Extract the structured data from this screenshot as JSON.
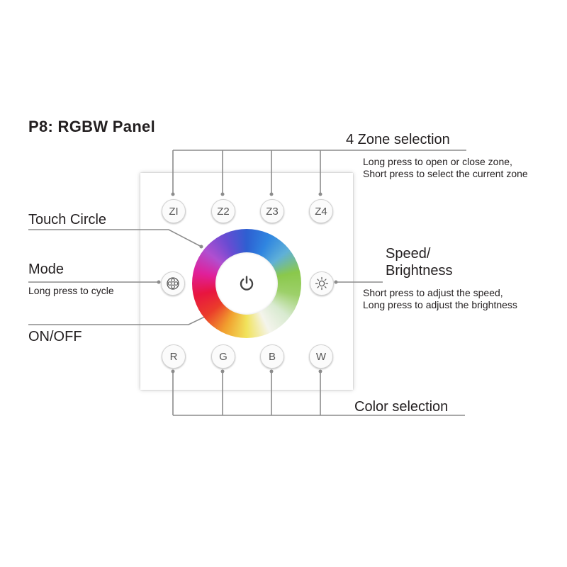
{
  "title": "P8: RGBW Panel",
  "zone": {
    "heading": "4 Zone selection",
    "desc_line1": "Long press to open or close zone,",
    "desc_line2": "Short press to select the current zone",
    "buttons": [
      "ZI",
      "Z2",
      "Z3",
      "Z4"
    ]
  },
  "touch_circle": {
    "label": "Touch Circle"
  },
  "mode": {
    "label": "Mode",
    "desc": "Long press to cycle",
    "icon": "mode-icon"
  },
  "onoff": {
    "label": "ON/OFF",
    "icon": "power-icon"
  },
  "speed": {
    "label_line1": "Speed/",
    "label_line2": "Brightness",
    "desc_line1": "Short press to adjust the speed,",
    "desc_line2": "Long press to adjust the brightness",
    "icon": "sun-icon"
  },
  "color": {
    "heading": "Color selection",
    "buttons": [
      "R",
      "G",
      "B",
      "W"
    ]
  },
  "colors": {
    "line": "#8c8c8c",
    "text": "#231f20"
  }
}
